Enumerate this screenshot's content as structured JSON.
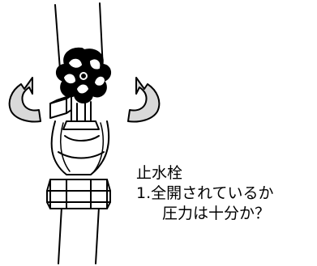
{
  "figure": {
    "label": "止水栓",
    "item_line": "1.全開されているか",
    "item_line_cont": "圧力は十分か？"
  },
  "icons": {
    "valve": "stop-valve-icon",
    "handle": "valve-handle-icon",
    "arrow_left": "rotate-arrow-left-icon",
    "arrow_right": "rotate-arrow-right-icon"
  },
  "colors": {
    "ink": "#000000",
    "arrow_fill": "#d9d9d9",
    "paper": "#ffffff"
  }
}
